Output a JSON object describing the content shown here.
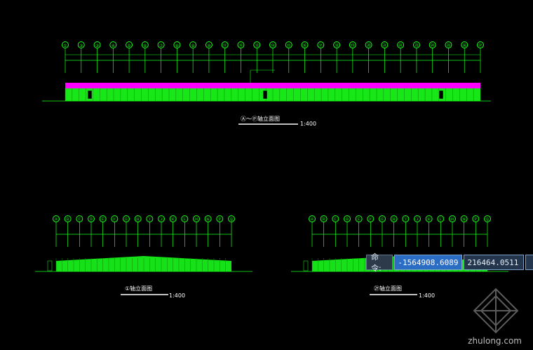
{
  "drawing": {
    "top_axes": [
      "①",
      "②",
      "③",
      "④",
      "⑤",
      "⑥",
      "⑦",
      "⑧",
      "⑨",
      "⑩",
      "⑪",
      "⑫",
      "⑬",
      "⑭",
      "⑮",
      "⑯",
      "⑰",
      "⑱",
      "⑲",
      "⑳",
      "㉑",
      "㉒",
      "㉓",
      "㉔",
      "㉕",
      "㉖",
      "㉗"
    ],
    "bottom_axes": [
      "Ⓐ",
      "Ⓑ",
      "Ⓒ",
      "Ⓓ",
      "Ⓔ",
      "Ⓕ",
      "Ⓖ",
      "Ⓗ",
      "Ⓘ",
      "Ⓙ",
      "Ⓚ",
      "Ⓛ",
      "Ⓜ",
      "Ⓝ",
      "Ⓟ",
      "Ⓠ"
    ],
    "top_title": "Ⓐ～Ⓟ轴立面图",
    "top_scale": "1:400",
    "left_title": "①轴立面图",
    "left_scale": "1:400",
    "right_title": "㉗轴立面图",
    "right_scale": "1:400",
    "accent_green": "#19ff1a",
    "accent_magenta": "#ff00ff"
  },
  "command": {
    "label": "命令:",
    "x_value": "-1564908.6089",
    "y_value": "216464.0511"
  },
  "watermark": "zhulong.com"
}
